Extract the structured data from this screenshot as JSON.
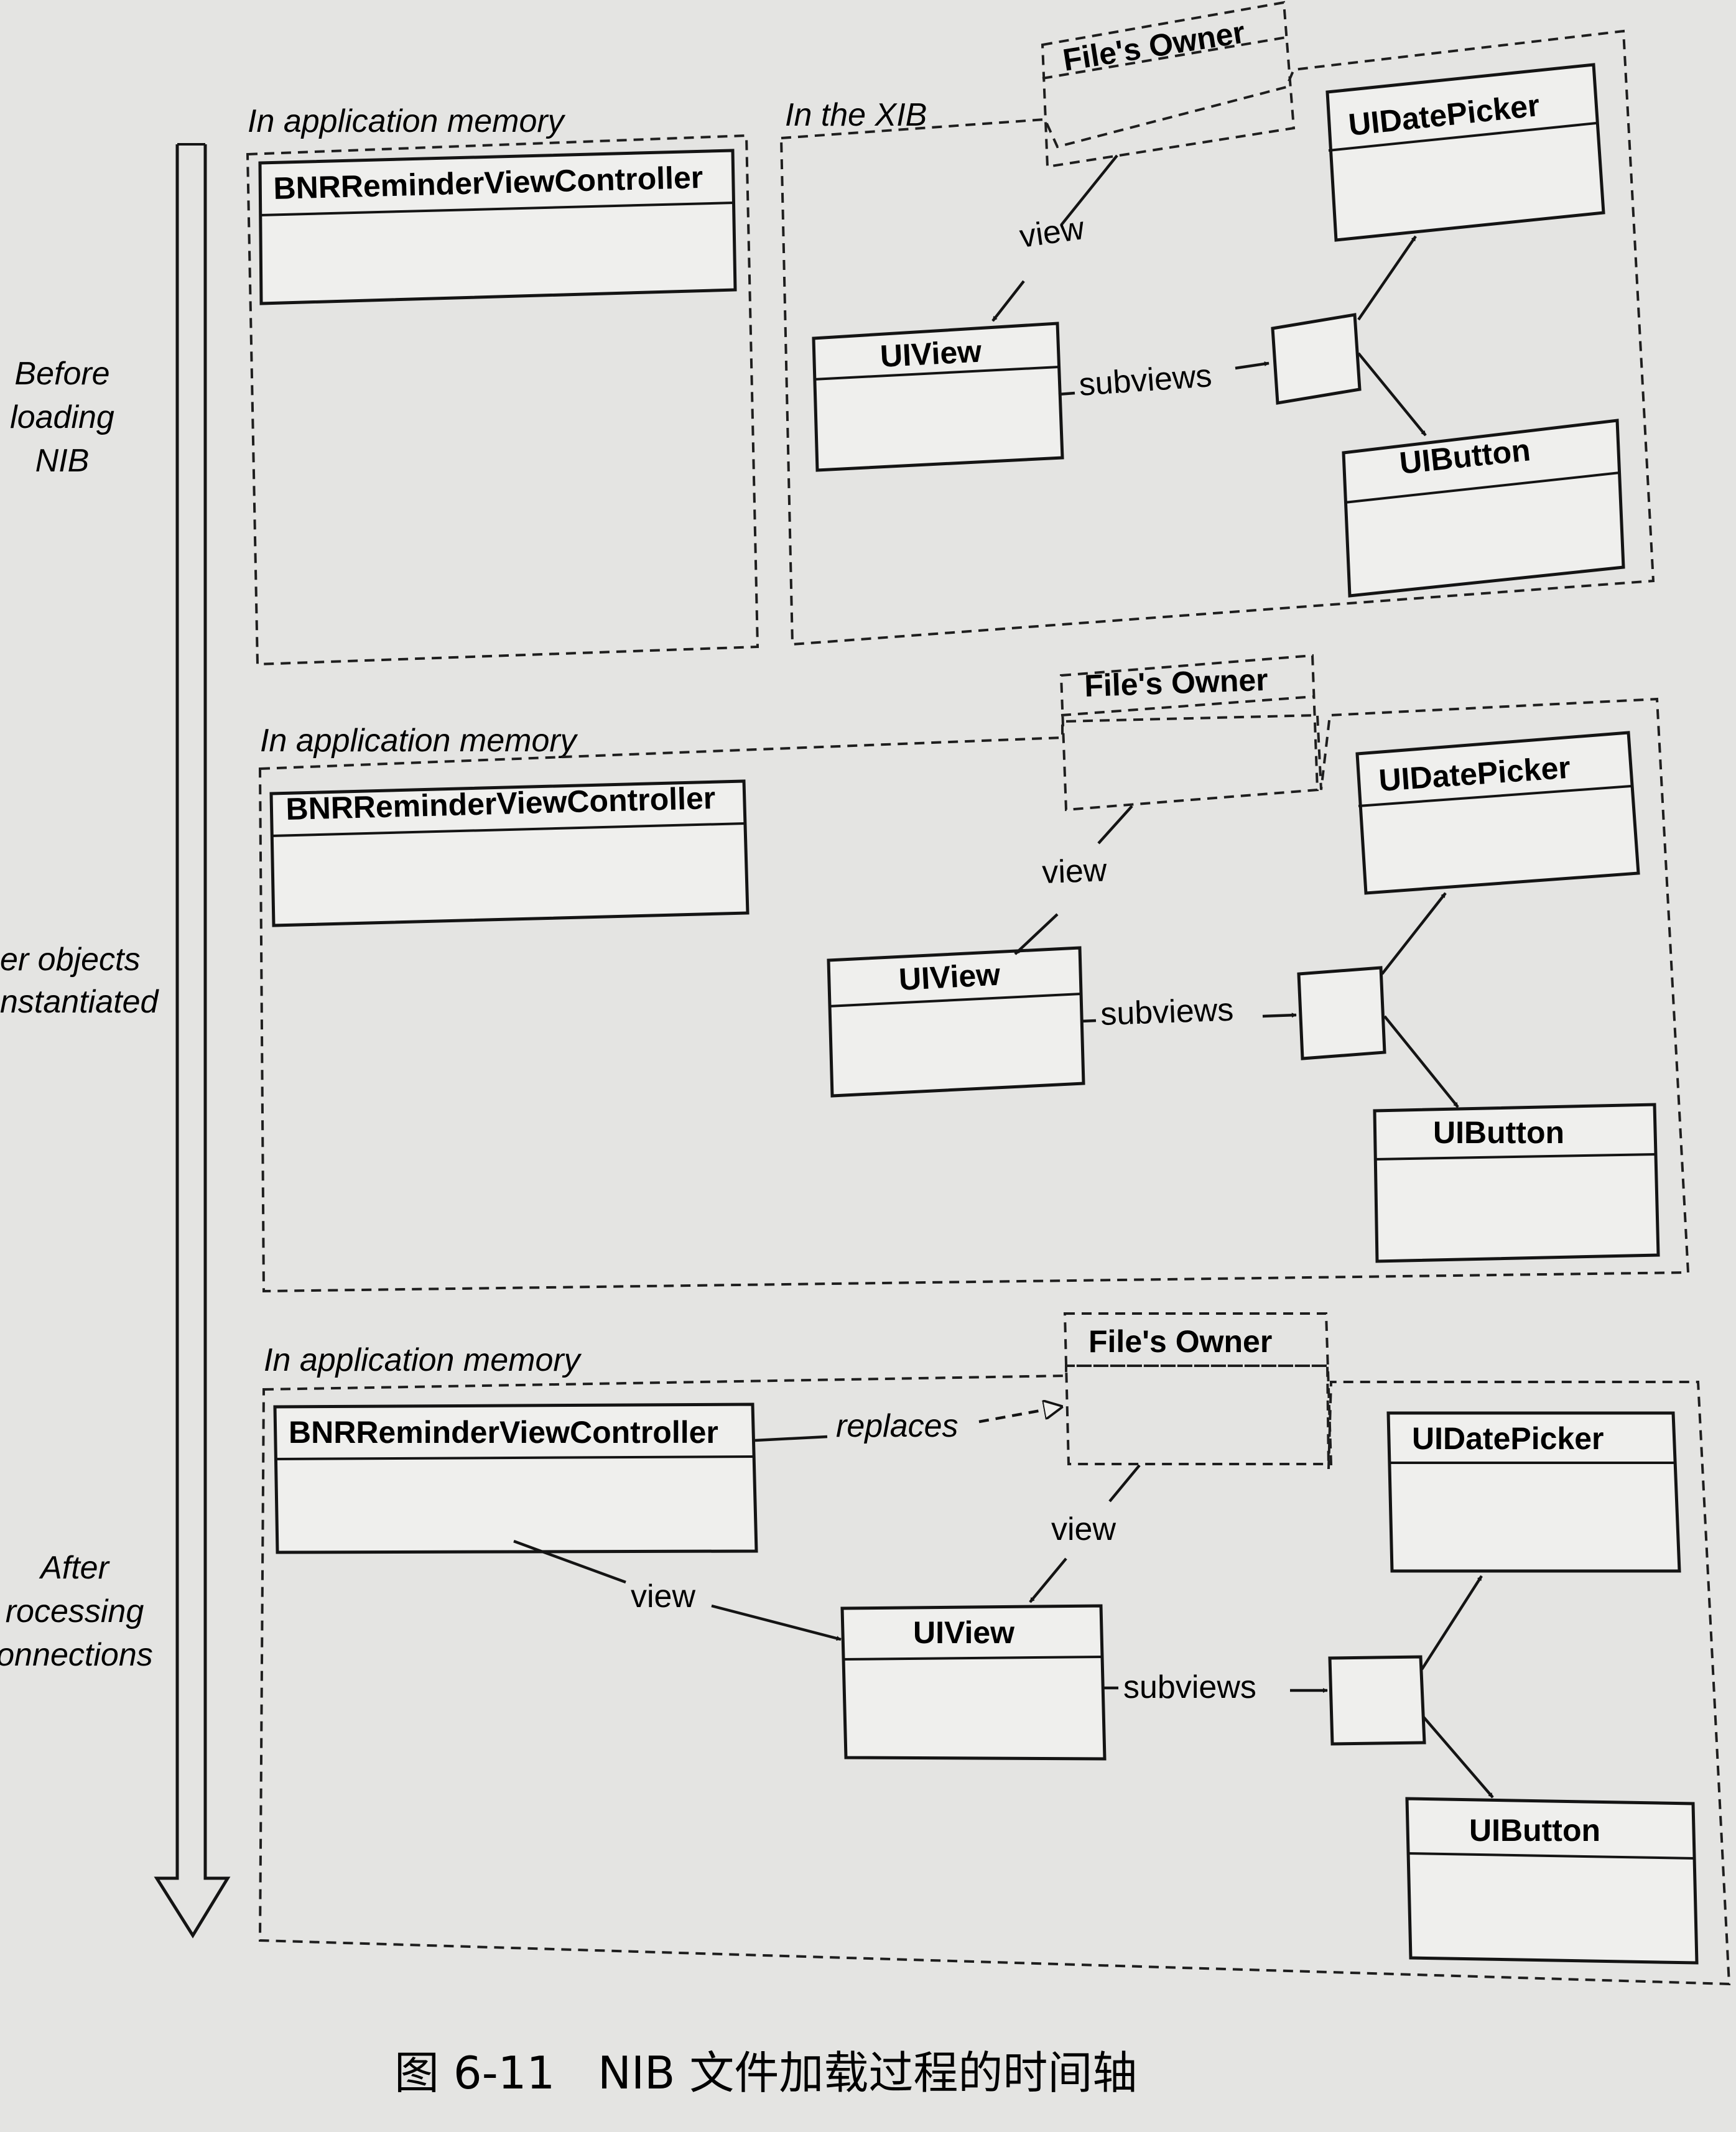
{
  "stages": {
    "before": [
      "Before",
      "loading",
      "NIB"
    ],
    "instantiated": [
      "er objects",
      "nstantiated"
    ],
    "after": [
      "After",
      "rocessing",
      "onnections"
    ]
  },
  "labels": {
    "in_application_memory": "In application memory",
    "in_the_xib": "In the XIB",
    "files_owner": "File's Owner",
    "controller": "BNRReminderViewController",
    "uiview": "UIView",
    "uidatepicker": "UIDatePicker",
    "uibutton": "UIButton",
    "view": "view",
    "subviews": "subviews",
    "replaces": "replaces"
  },
  "caption": "图 6-11   NIB 文件加载过程的时间轴"
}
